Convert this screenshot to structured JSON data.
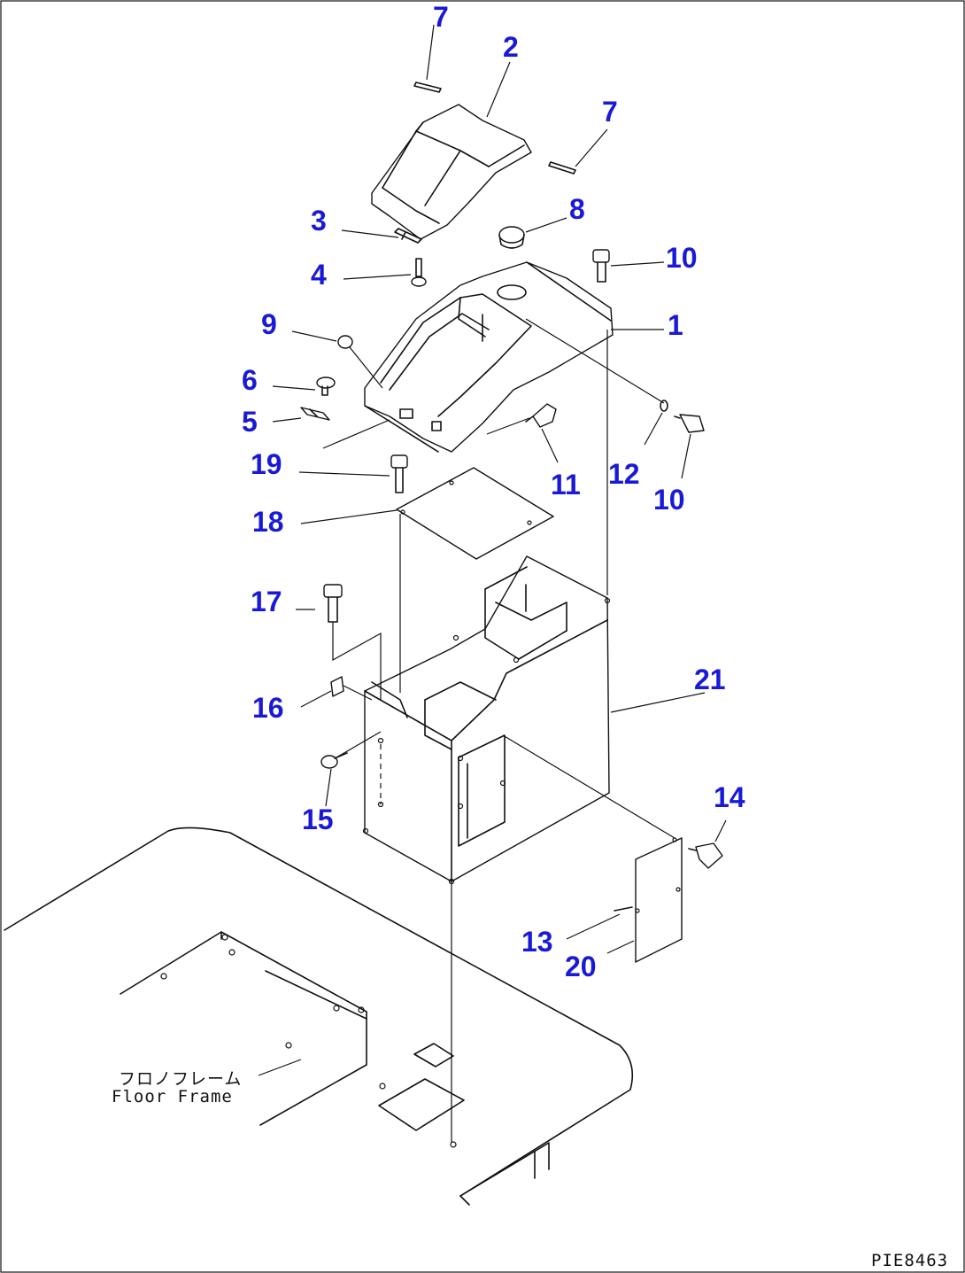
{
  "callouts": {
    "c7a": "7",
    "c2": "2",
    "c7b": "7",
    "c8": "8",
    "c3": "3",
    "c4": "4",
    "c10a": "10",
    "c1": "1",
    "c9": "9",
    "c6": "6",
    "c5": "5",
    "c19": "19",
    "c11": "11",
    "c12": "12",
    "c10b": "10",
    "c18": "18",
    "c17": "17",
    "c21": "21",
    "c16": "16",
    "c15": "15",
    "c14": "14",
    "c13": "13",
    "c20": "20"
  },
  "floor_frame": {
    "label_jp": "フロノフレーム",
    "label_en": "Floor Frame"
  },
  "drawing_code": "PIE8463",
  "colors": {
    "callout": "#1a1ad6",
    "line": "#111111",
    "background": "#ffffff"
  }
}
